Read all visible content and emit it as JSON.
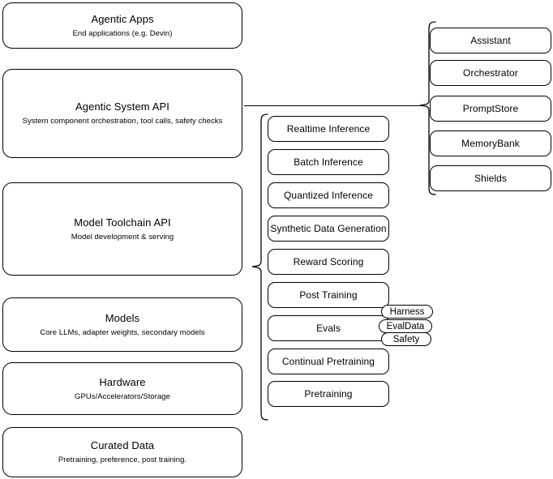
{
  "diagram": {
    "title": "AI stack layered architecture diagram",
    "stroke_color": "#000000",
    "fill_color": "#ffffff"
  },
  "stack_layers": [
    {
      "name": "agentic-apps",
      "title": "Agentic Apps",
      "subtitle": "End applications (e.g. Devin)"
    },
    {
      "name": "agentic-system-api",
      "title": "Agentic System API",
      "subtitle": "System component orchestration, tool calls, safety checks"
    },
    {
      "name": "model-toolchain-api",
      "title": "Model Toolchain API",
      "subtitle": "Model development & serving"
    },
    {
      "name": "models",
      "title": "Models",
      "subtitle": "Core LLMs, adapter weights, secondary models"
    },
    {
      "name": "hardware",
      "title": "Hardware",
      "subtitle": "GPUs/Accelerators/Storage"
    },
    {
      "name": "curated-data",
      "title": "Curated Data",
      "subtitle": "Pretraining, preference, post training."
    }
  ],
  "toolchain_components": [
    {
      "name": "realtime-inference",
      "label": "Realtime Inference"
    },
    {
      "name": "batch-inference",
      "label": "Batch Inference"
    },
    {
      "name": "quantized-inference",
      "label": "Quantized Inference"
    },
    {
      "name": "synthetic-data-generation",
      "label": "Synthetic Data Generation"
    },
    {
      "name": "reward-scoring",
      "label": "Reward Scoring"
    },
    {
      "name": "post-training",
      "label": "Post Training"
    },
    {
      "name": "evals",
      "label": "Evals"
    },
    {
      "name": "continual-pretraining",
      "label": "Continual Pretraining"
    },
    {
      "name": "pretraining",
      "label": "Pretraining"
    }
  ],
  "evals_tags": [
    {
      "name": "harness",
      "label": "Harness"
    },
    {
      "name": "evaldata",
      "label": "EvalData"
    },
    {
      "name": "safety",
      "label": "Safety"
    }
  ],
  "system_components": [
    {
      "name": "assistant",
      "label": "Assistant"
    },
    {
      "name": "orchestrator",
      "label": "Orchestrator"
    },
    {
      "name": "promptstore",
      "label": "PromptStore"
    },
    {
      "name": "memorybank",
      "label": "MemoryBank"
    },
    {
      "name": "shields",
      "label": "Shields"
    }
  ]
}
